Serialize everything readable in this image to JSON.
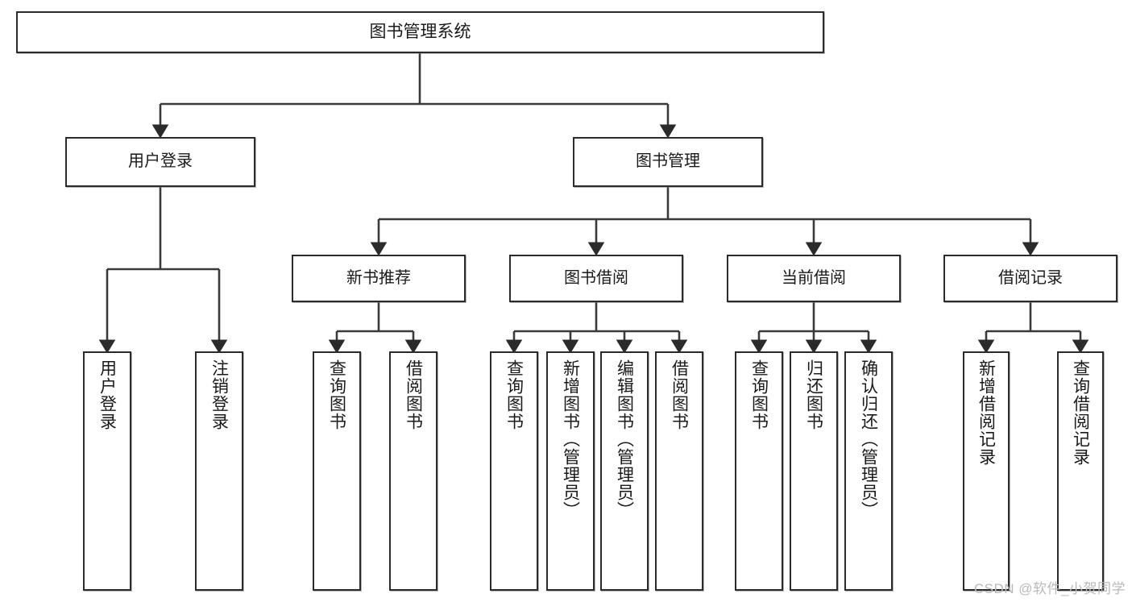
{
  "diagram": {
    "type": "tree-hierarchy-chart",
    "title": "图书管理系统",
    "root": {
      "label": "图书管理系统"
    },
    "level2": [
      {
        "label": "用户登录"
      },
      {
        "label": "图书管理"
      }
    ],
    "level3": [
      {
        "label": "新书推荐"
      },
      {
        "label": "图书借阅"
      },
      {
        "label": "当前借阅"
      },
      {
        "label": "借阅记录"
      }
    ],
    "leaves": {
      "user_login": [
        {
          "label": "用户登录"
        },
        {
          "label": "注销登录"
        }
      ],
      "new_book_recommend": [
        {
          "label": "查询图书"
        },
        {
          "label": "借阅图书"
        }
      ],
      "book_borrow": [
        {
          "label": "查询图书"
        },
        {
          "label": "新增图书（管理员）"
        },
        {
          "label": "编辑图书（管理员）"
        },
        {
          "label": "借阅图书"
        }
      ],
      "current_borrow": [
        {
          "label": "查询图书"
        },
        {
          "label": "归还图书"
        },
        {
          "label": "确认归还（管理员）"
        }
      ],
      "borrow_record": [
        {
          "label": "新增借阅记录"
        },
        {
          "label": "查询借阅记录"
        }
      ]
    }
  },
  "watermark": {
    "text": "CSDN @软件_小贺同学"
  },
  "colors": {
    "box_border": "#2b2b2b",
    "box_fill": "#ffffff",
    "connector": "#3a3a3a",
    "text": "#1a1a1a",
    "watermark": "#b9b9b9"
  }
}
